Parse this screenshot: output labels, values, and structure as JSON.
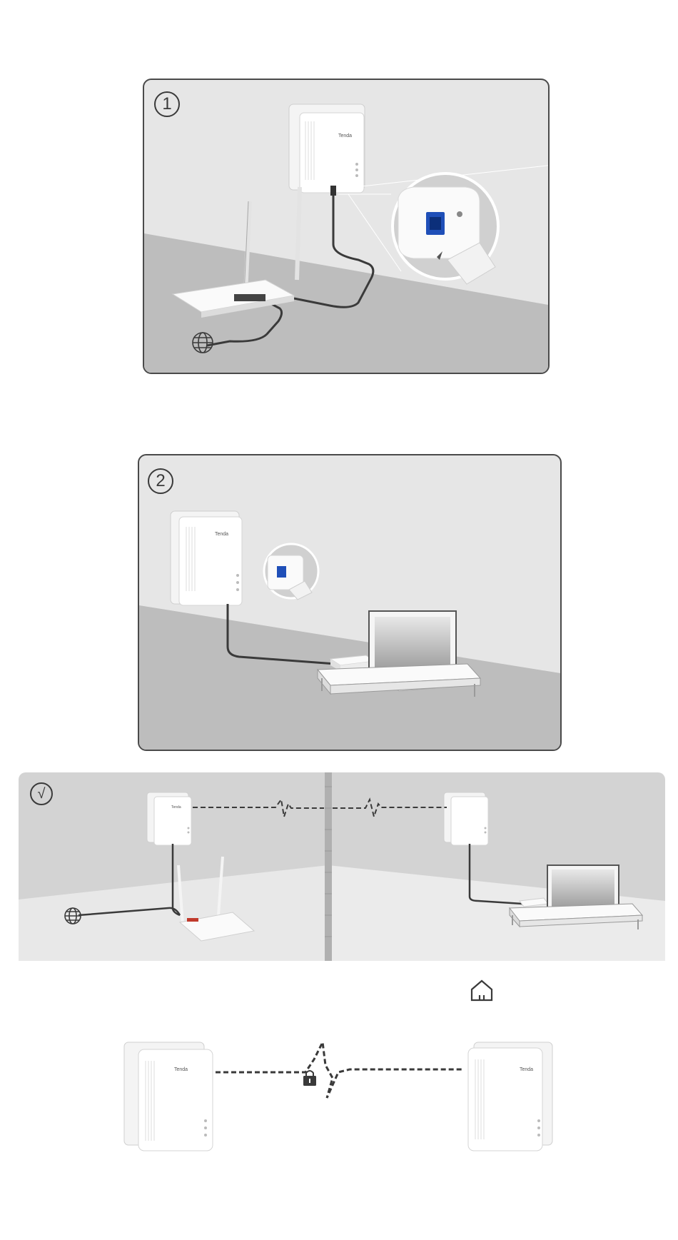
{
  "steps": [
    {
      "number": "1",
      "brand": "Tenda"
    },
    {
      "number": "2",
      "brand": "Tenda"
    },
    {
      "number": "√",
      "brand": "Tenda"
    }
  ],
  "pairing": {
    "left_brand": "Tenda",
    "right_brand": "Tenda"
  },
  "icons": [
    "globe-icon",
    "home-icon",
    "lock-icon",
    "ethernet-port-icon"
  ],
  "colors": {
    "port_blue": "#1f4fb8",
    "panel_light": "#e6e6e6",
    "panel_dark": "#bdbdbd",
    "border": "#4a4a4a"
  }
}
